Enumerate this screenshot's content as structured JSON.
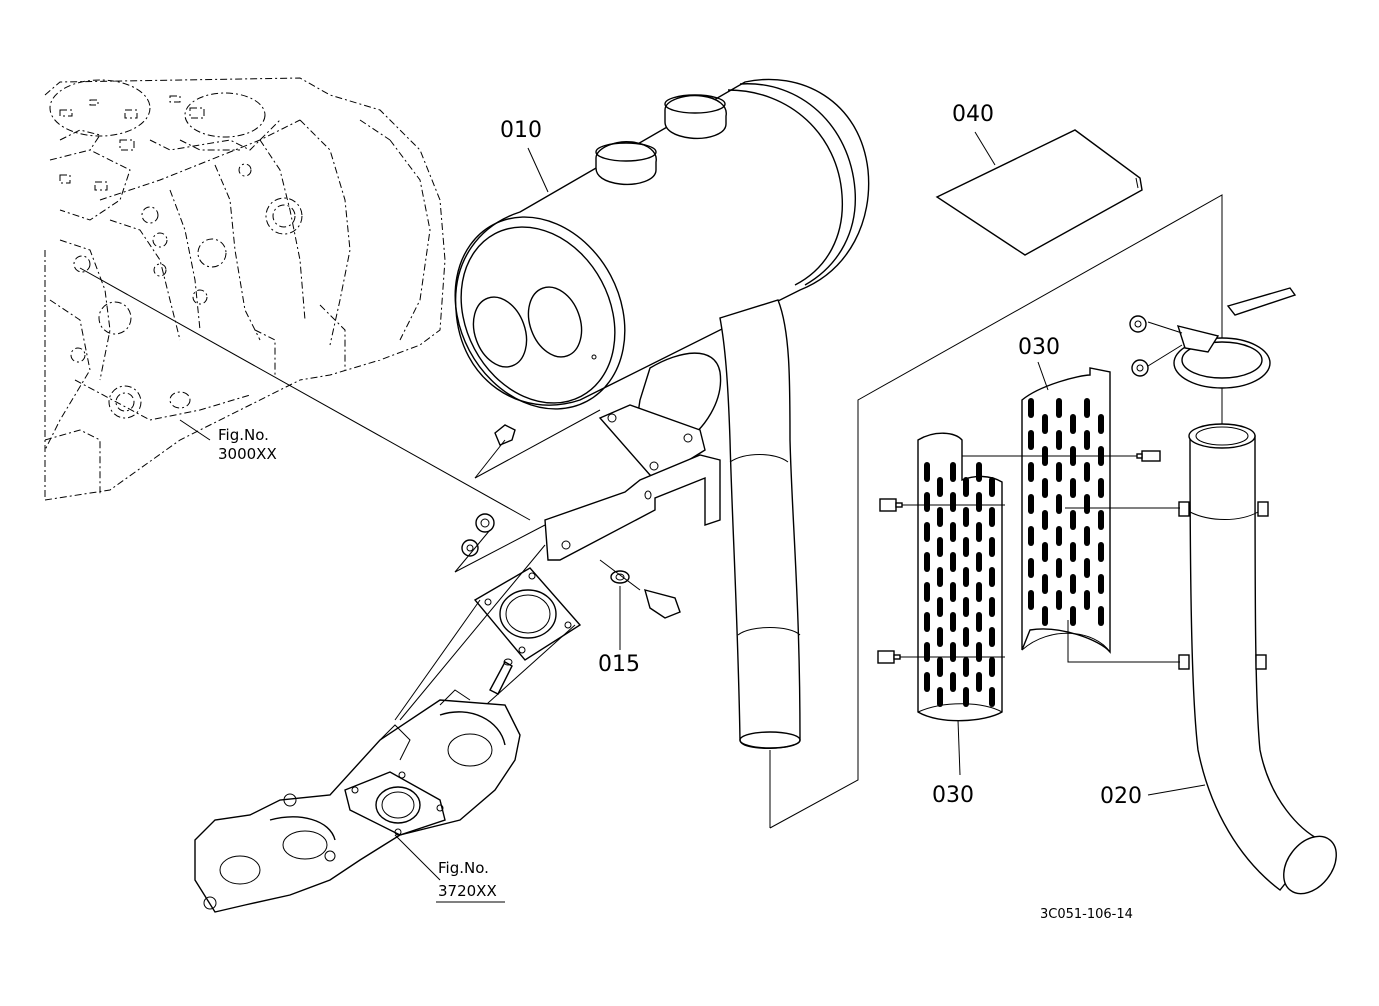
{
  "diagram": {
    "callouts": {
      "muffler": "010",
      "bracket_bolt": "015",
      "tail_pipe": "020",
      "cover_upper": "030",
      "cover_lower": "030",
      "gasket_sheet": "040"
    },
    "figure_refs": {
      "engine_block": {
        "line1": "Fig.No.",
        "line2": "3000XX"
      },
      "exhaust_manifold": {
        "line1": "Fig.No.",
        "line2": "3720XX"
      }
    },
    "drawing_code": "3C051-106-14"
  }
}
